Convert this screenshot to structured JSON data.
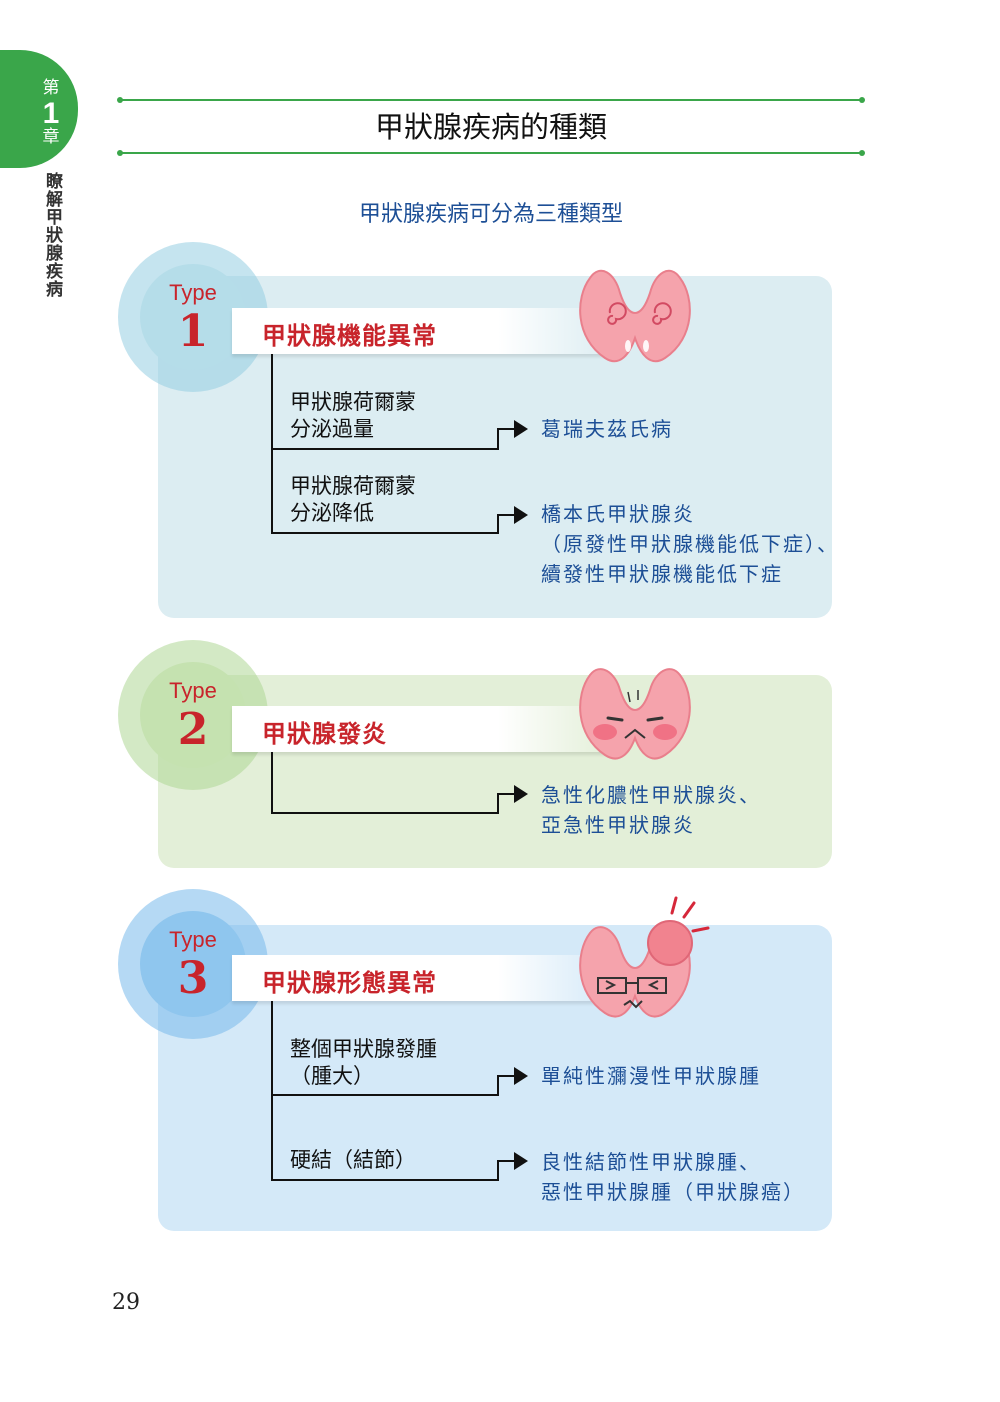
{
  "chapter": {
    "prefix": "第",
    "number": "1",
    "suffix": "章",
    "title": "瞭解甲狀腺疾病"
  },
  "page_title": "甲狀腺疾病的種類",
  "subtitle": "甲狀腺疾病可分為三種類型",
  "types": [
    {
      "type_word": "Type",
      "number": "1",
      "name": "甲狀腺機能異常",
      "branches": [
        {
          "label_line1": "甲狀腺荷爾蒙",
          "label_line2": "分泌過量",
          "result_lines": [
            "葛瑞夫茲氏病"
          ]
        },
        {
          "label_line1": "甲狀腺荷爾蒙",
          "label_line2": "分泌降低",
          "result_lines": [
            "橋本氏甲狀腺炎",
            "（原發性甲狀腺機能低下症）、",
            "續發性甲狀腺機能低下症"
          ]
        }
      ]
    },
    {
      "type_word": "Type",
      "number": "2",
      "name": "甲狀腺發炎",
      "branches": [
        {
          "label_line1": "",
          "label_line2": "",
          "result_lines": [
            "急性化膿性甲狀腺炎、",
            "亞急性甲狀腺炎"
          ]
        }
      ]
    },
    {
      "type_word": "Type",
      "number": "3",
      "name": "甲狀腺形態異常",
      "branches": [
        {
          "label_line1": "整個甲狀腺發腫",
          "label_line2": "（腫大）",
          "result_lines": [
            "單純性瀰漫性甲狀腺腫"
          ]
        },
        {
          "label_line1": "硬結（結節）",
          "label_line2": "",
          "result_lines": [
            "良性結節性甲狀腺腫、",
            "惡性甲狀腺腫（甲狀腺癌）"
          ]
        }
      ]
    }
  ],
  "colors": {
    "accent_green": "#3aa64a",
    "type_red": "#c8242b",
    "result_blue": "#1d4f96",
    "panel1": "#dcedf2",
    "panel2": "#e3efd8",
    "panel3": "#d4e9f8"
  },
  "page_number": "29"
}
